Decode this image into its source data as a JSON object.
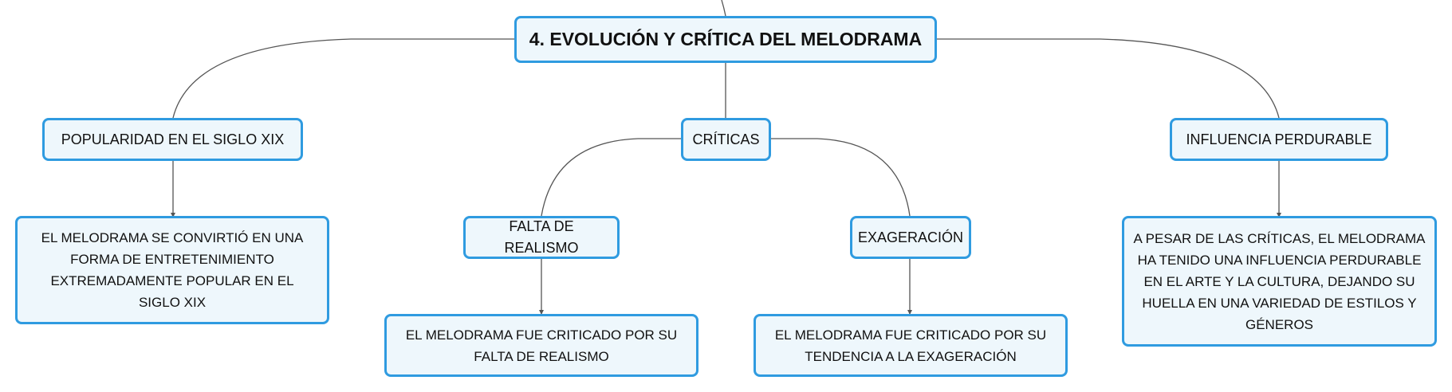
{
  "map": {
    "root": "4. EVOLUCIÓN Y CRÍTICA DEL MELODRAMA",
    "branches": [
      {
        "label": "POPULARIDAD EN EL SIGLO XIX",
        "detail": "EL MELODRAMA SE CONVIRTIÓ EN UNA FORMA DE ENTRETENIMIENTO EXTREMADAMENTE POPULAR EN EL SIGLO XIX"
      },
      {
        "label": "CRÍTICAS",
        "children": [
          {
            "label": "FALTA DE REALISMO",
            "detail": "EL MELODRAMA FUE CRITICADO POR SU FALTA DE REALISMO"
          },
          {
            "label": "EXAGERACIÓN",
            "detail": "EL MELODRAMA FUE CRITICADO POR SU TENDENCIA A LA EXAGERACIÓN"
          }
        ]
      },
      {
        "label": "INFLUENCIA PERDURABLE",
        "detail": "A PESAR DE LAS CRÍTICAS, EL MELODRAMA HA TENIDO UNA INFLUENCIA PERDURABLE EN EL ARTE Y LA CULTURA, DEJANDO SU HUELLA EN UNA VARIEDAD DE ESTILOS Y GÉNEROS"
      }
    ]
  },
  "colors": {
    "node_border": "#2f9be0",
    "node_fill": "#eef7fc",
    "connector": "#555555"
  }
}
